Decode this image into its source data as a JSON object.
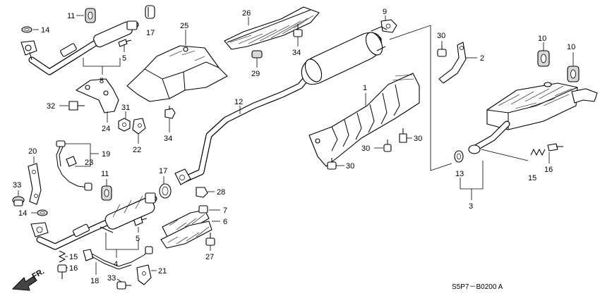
{
  "diagram": {
    "code": "S5P7－B0200 A",
    "direction_label": "FR.",
    "callouts": [
      {
        "id": "c11a",
        "text": "11"
      },
      {
        "id": "c14a",
        "text": "14"
      },
      {
        "id": "c17a",
        "text": "17"
      },
      {
        "id": "c8",
        "text": "8"
      },
      {
        "id": "c5a",
        "text": "5"
      },
      {
        "id": "c26",
        "text": "26"
      },
      {
        "id": "c25",
        "text": "25"
      },
      {
        "id": "c9",
        "text": "9"
      },
      {
        "id": "c34a",
        "text": "34"
      },
      {
        "id": "c29",
        "text": "29"
      },
      {
        "id": "c30a",
        "text": "30"
      },
      {
        "id": "c2",
        "text": "2"
      },
      {
        "id": "c10a",
        "text": "10"
      },
      {
        "id": "c10b",
        "text": "10"
      },
      {
        "id": "c32",
        "text": "32"
      },
      {
        "id": "c31",
        "text": "31"
      },
      {
        "id": "c24",
        "text": "24"
      },
      {
        "id": "c22",
        "text": "22"
      },
      {
        "id": "c34b",
        "text": "34"
      },
      {
        "id": "c12",
        "text": "12"
      },
      {
        "id": "c1",
        "text": "1"
      },
      {
        "id": "c30b",
        "text": "30"
      },
      {
        "id": "c30c",
        "text": "30"
      },
      {
        "id": "c30d",
        "text": "30"
      },
      {
        "id": "c20",
        "text": "20"
      },
      {
        "id": "c19",
        "text": "19"
      },
      {
        "id": "c23",
        "text": "23"
      },
      {
        "id": "c11b",
        "text": "11"
      },
      {
        "id": "c17b",
        "text": "17"
      },
      {
        "id": "c28",
        "text": "28"
      },
      {
        "id": "c33a",
        "text": "33"
      },
      {
        "id": "c14b",
        "text": "14"
      },
      {
        "id": "c7",
        "text": "7"
      },
      {
        "id": "c6",
        "text": "6"
      },
      {
        "id": "c5b",
        "text": "5"
      },
      {
        "id": "c4",
        "text": "4"
      },
      {
        "id": "c27",
        "text": "27"
      },
      {
        "id": "c15a",
        "text": "15"
      },
      {
        "id": "c16a",
        "text": "16"
      },
      {
        "id": "c18",
        "text": "18"
      },
      {
        "id": "c33b",
        "text": "33"
      },
      {
        "id": "c21",
        "text": "21"
      },
      {
        "id": "c13",
        "text": "13"
      },
      {
        "id": "c3",
        "text": "3"
      },
      {
        "id": "c15b",
        "text": "15"
      },
      {
        "id": "c16b",
        "text": "16"
      }
    ]
  }
}
